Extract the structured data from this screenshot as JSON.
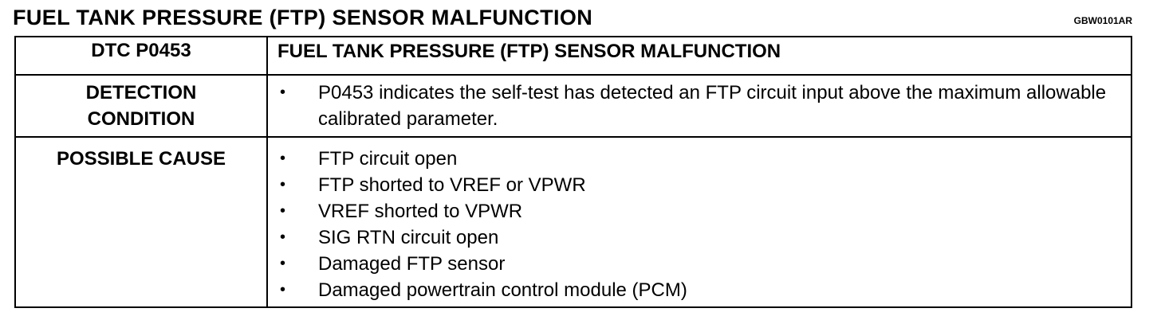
{
  "header": {
    "title": "FUEL TANK PRESSURE (FTP) SENSOR MALFUNCTION",
    "figure_code": "GBW0101AR"
  },
  "table": {
    "head": {
      "label": "DTC P0453",
      "value": "FUEL TANK PRESSURE (FTP) SENSOR MALFUNCTION"
    },
    "detection": {
      "label_line1": "DETECTION",
      "label_line2": "CONDITION",
      "bullets": [
        "P0453 indicates the self-test has detected an FTP circuit input above the maximum allowable calibrated parameter."
      ]
    },
    "possible_cause": {
      "label": "POSSIBLE CAUSE",
      "bullets": [
        "FTP circuit open",
        "FTP shorted to VREF or VPWR",
        "VREF shorted to VPWR",
        "SIG RTN circuit open",
        "Damaged FTP sensor",
        "Damaged powertrain control module (PCM)"
      ]
    },
    "bullet_glyph": "•"
  }
}
